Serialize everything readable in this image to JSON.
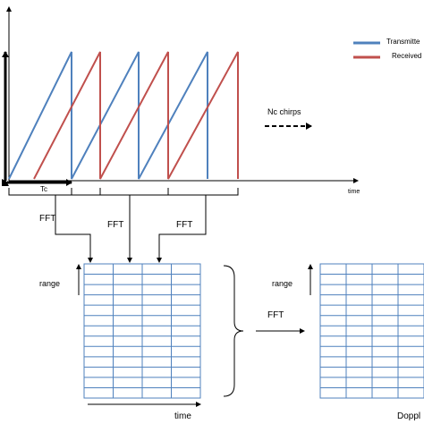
{
  "legend": {
    "transmitted": "Transmitte",
    "received": "Received",
    "transmitted_color": "#4f81bd",
    "received_color": "#c0504d"
  },
  "labels": {
    "nc_chirps": "Nc chirps",
    "time_axis_top": "time",
    "tc": "Tc",
    "fft_1": "FFT",
    "fft_2": "FFT",
    "fft_3": "FFT",
    "fft_4": "FFT",
    "range_left": "range",
    "range_right": "range",
    "time_bottom": "time",
    "doppler": "Doppl"
  },
  "colors": {
    "grid": "#4f81bd",
    "axis": "#000000"
  }
}
